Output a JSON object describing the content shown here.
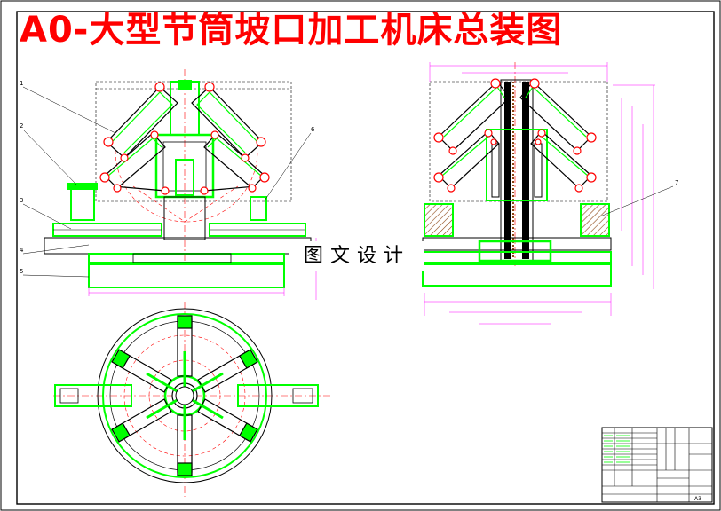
{
  "drawing": {
    "title": "A0-大型节筒坡口加工机床总装图",
    "watermark": "图文设计",
    "leaders": [
      "1",
      "2",
      "3",
      "4",
      "5",
      "6",
      "7"
    ],
    "title_block": {
      "sheet_size": "A3"
    }
  },
  "colors": {
    "outline": "#000000",
    "machine": "#00ff00",
    "centerline": "#ff0000",
    "dimension": "#ff00ff",
    "hatch": "#8b4513",
    "title": "#ff0000"
  }
}
